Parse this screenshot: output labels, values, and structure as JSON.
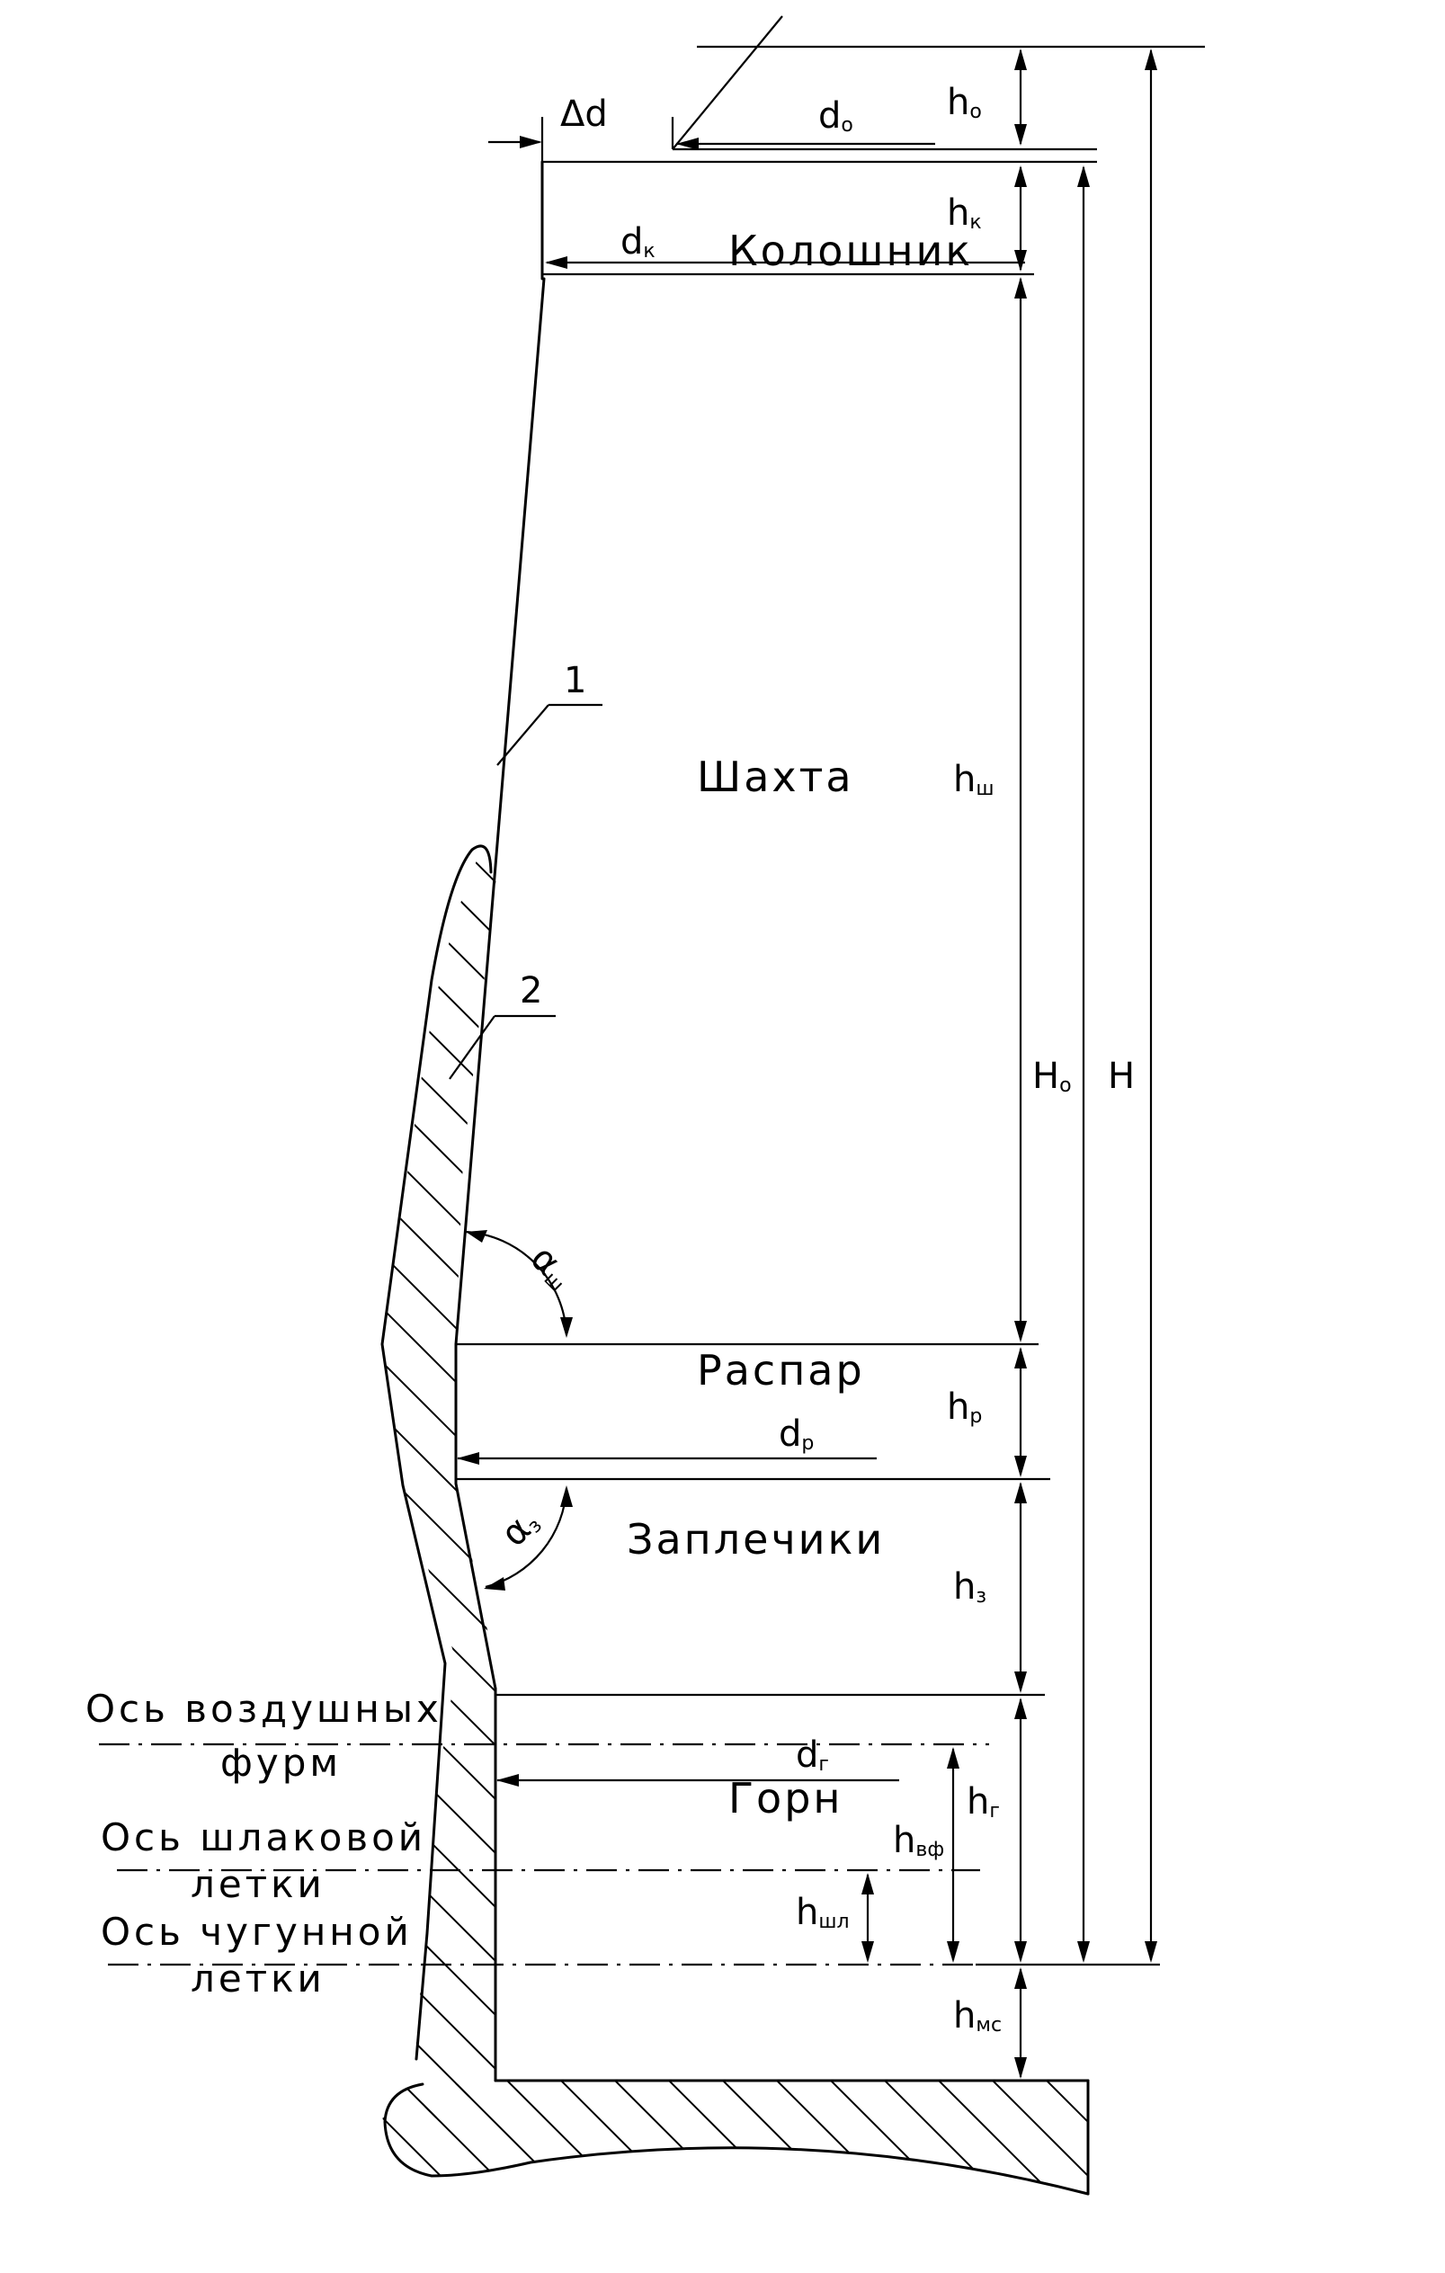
{
  "zones": {
    "koloshnik": "Колошник",
    "shakhta": "Шахта",
    "raspar": "Распар",
    "zaplechiki": "Заплечики",
    "gorn": "Горн"
  },
  "axes": {
    "tuyeres_line1": "Ось воздушных",
    "tuyeres_line2": "фурм",
    "slag_line1": "Ось шлаковой",
    "slag_line2": "летки",
    "iron_line1": "Ось чугунной",
    "iron_line2": "летки"
  },
  "dimensions": {
    "delta_d": "Δd",
    "d0": "d",
    "d0_sub": "o",
    "dk": "d",
    "dk_sub": "к",
    "dp": "d",
    "dp_sub": "р",
    "dg": "d",
    "dg_sub": "г",
    "h0": "h",
    "h0_sub": "o",
    "hk": "h",
    "hk_sub": "к",
    "hsh": "h",
    "hsh_sub": "ш",
    "hp": "h",
    "hp_sub": "р",
    "hz": "h",
    "hz_sub": "з",
    "hg": "h",
    "hg_sub": "г",
    "hvf": "h",
    "hvf_sub": "вф",
    "hshl": "h",
    "hshl_sub": "шл",
    "hmc": "h",
    "hmc_sub": "мс",
    "H0": "H",
    "H0_sub": "o",
    "H": "H"
  },
  "angles": {
    "alpha_sh": "α",
    "alpha_sh_sub": "ш",
    "alpha_z": "α",
    "alpha_z_sub": "з"
  },
  "callouts": {
    "item1": "1",
    "item2": "2"
  }
}
